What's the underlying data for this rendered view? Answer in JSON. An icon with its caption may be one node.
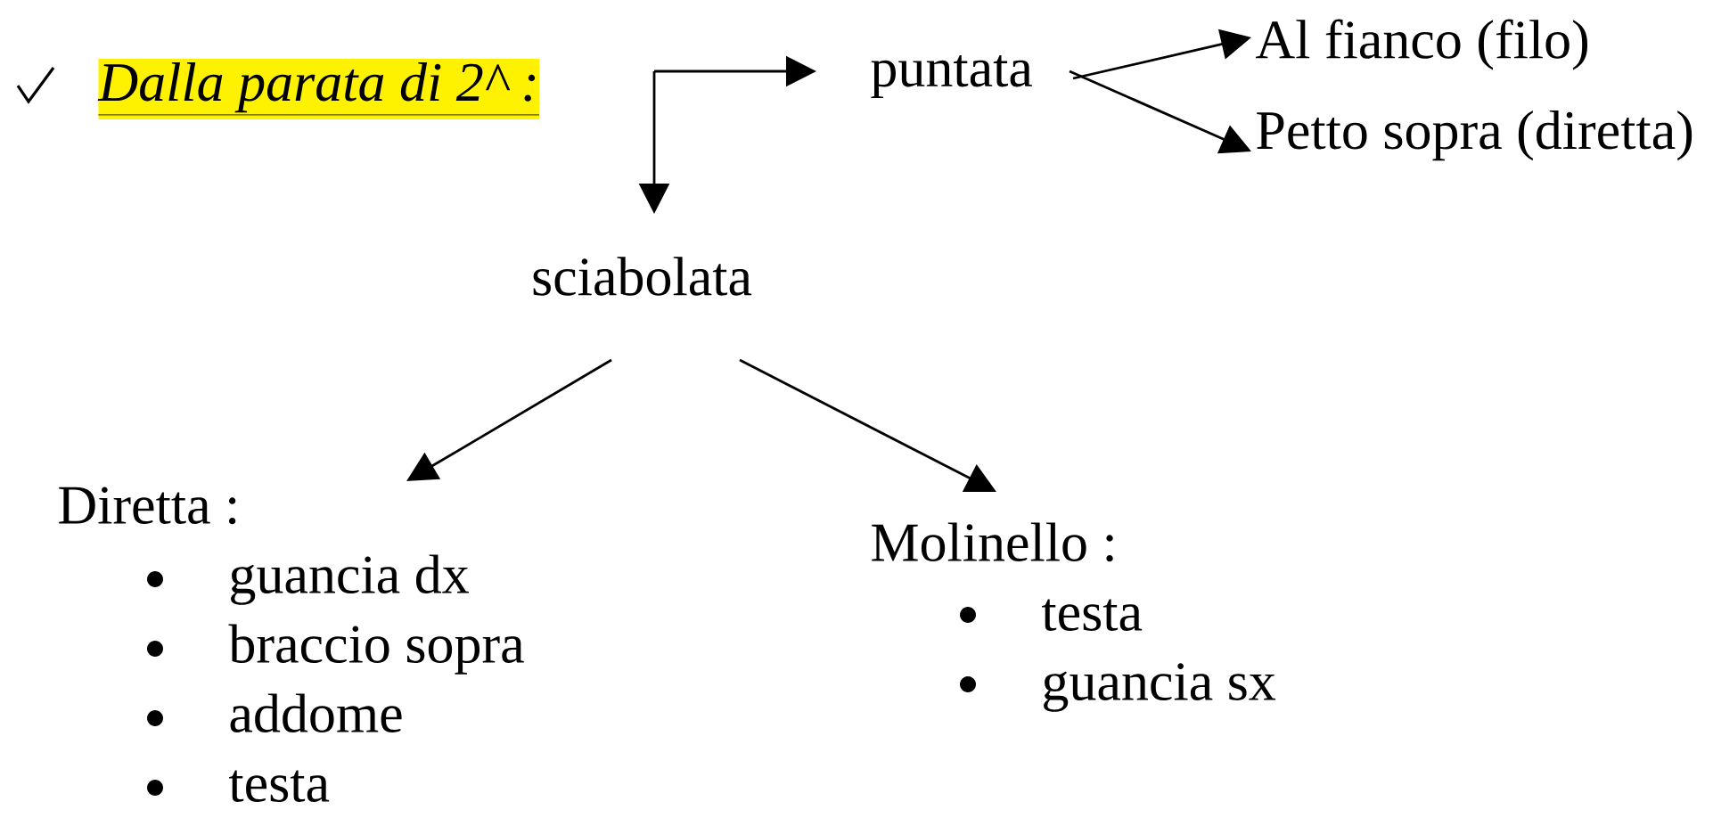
{
  "diagram": {
    "nodes": [
      {
        "text": [
          "Dalla parata di 2^ :"
        ]
      },
      {
        "text": [
          "puntata"
        ]
      },
      {
        "text": [
          "Al fianco (filo)"
        ]
      },
      {
        "text": [
          "Petto sopra (diretta)"
        ]
      },
      {
        "text": [
          "sciabolata"
        ]
      },
      {
        "text": [
          "Diretta :",
          "guancia dx",
          "braccio sopra",
          "addome",
          "testa"
        ]
      },
      {
        "text": [
          "Molinello :",
          "testa",
          "guancia sx"
        ]
      }
    ],
    "edges": [
      {
        "from": null,
        "to": 1,
        "arrow": "to"
      },
      {
        "from": null,
        "to": 4,
        "arrow": "to"
      },
      {
        "from": 1,
        "to": 2,
        "arrow": "to"
      },
      {
        "from": 1,
        "to": 3,
        "arrow": "to"
      },
      {
        "from": 4,
        "to": 5,
        "arrow": "to"
      },
      {
        "from": 4,
        "to": 6,
        "arrow": "to"
      }
    ]
  }
}
